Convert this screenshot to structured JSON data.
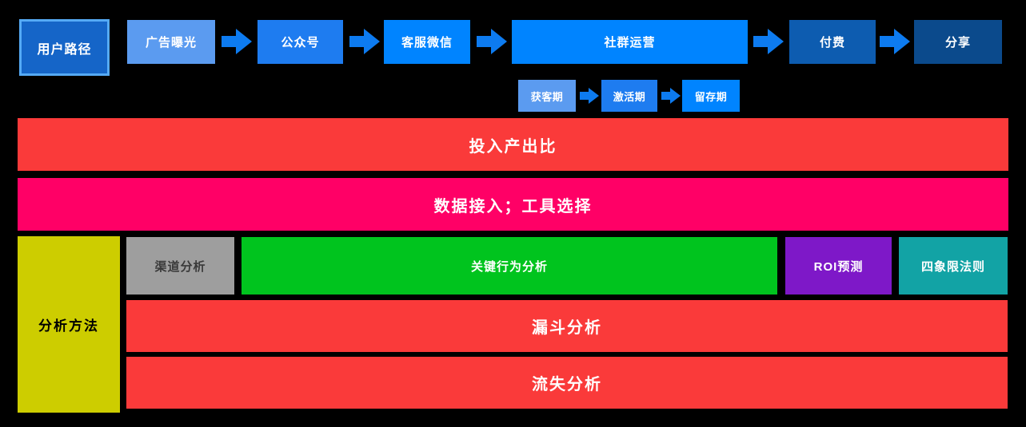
{
  "diagram": {
    "arrow_color": "#0d7bf0",
    "user_path": {
      "label": "用户路径",
      "fill": "#1565c8",
      "border": "#55aaf5"
    },
    "journey": [
      {
        "label": "广告曝光",
        "color": "#5b9bf0"
      },
      {
        "label": "公众号",
        "color": "#1e7cf0"
      },
      {
        "label": "客服微信",
        "color": "#0084ff"
      },
      {
        "label": "社群运营",
        "color": "#0084ff"
      },
      {
        "label": "付费",
        "color": "#0d5cb0"
      },
      {
        "label": "分享",
        "color": "#0b4a8c"
      }
    ],
    "phases": [
      {
        "label": "获客期",
        "color": "#5b9bf0"
      },
      {
        "label": "激活期",
        "color": "#1e7cf0"
      },
      {
        "label": "留存期",
        "color": "#0084ff"
      }
    ],
    "roi_bar": {
      "label": "投入产出比",
      "color": "#fa3a3a"
    },
    "data_bar": {
      "label": "数据接入；工具选择",
      "color": "#ff0066"
    },
    "methods": {
      "header": {
        "label": "分析方法",
        "color": "#cdcd00",
        "text_color": "#000000"
      },
      "row1": [
        {
          "label": "渠道分析",
          "color": "#9e9e9e",
          "text_color": "#3a3a3a"
        },
        {
          "label": "关键行为分析",
          "color": "#00c41e",
          "text_color": "#ffffff"
        },
        {
          "label": "ROI预测",
          "color": "#7e18c8",
          "text_color": "#ffffff"
        },
        {
          "label": "四象限法则",
          "color": "#12a3a5",
          "text_color": "#ffffff"
        }
      ],
      "funnel_bar": {
        "label": "漏斗分析",
        "color": "#fa3a3a"
      },
      "churn_bar": {
        "label": "流失分析",
        "color": "#fa3a3a"
      }
    }
  }
}
